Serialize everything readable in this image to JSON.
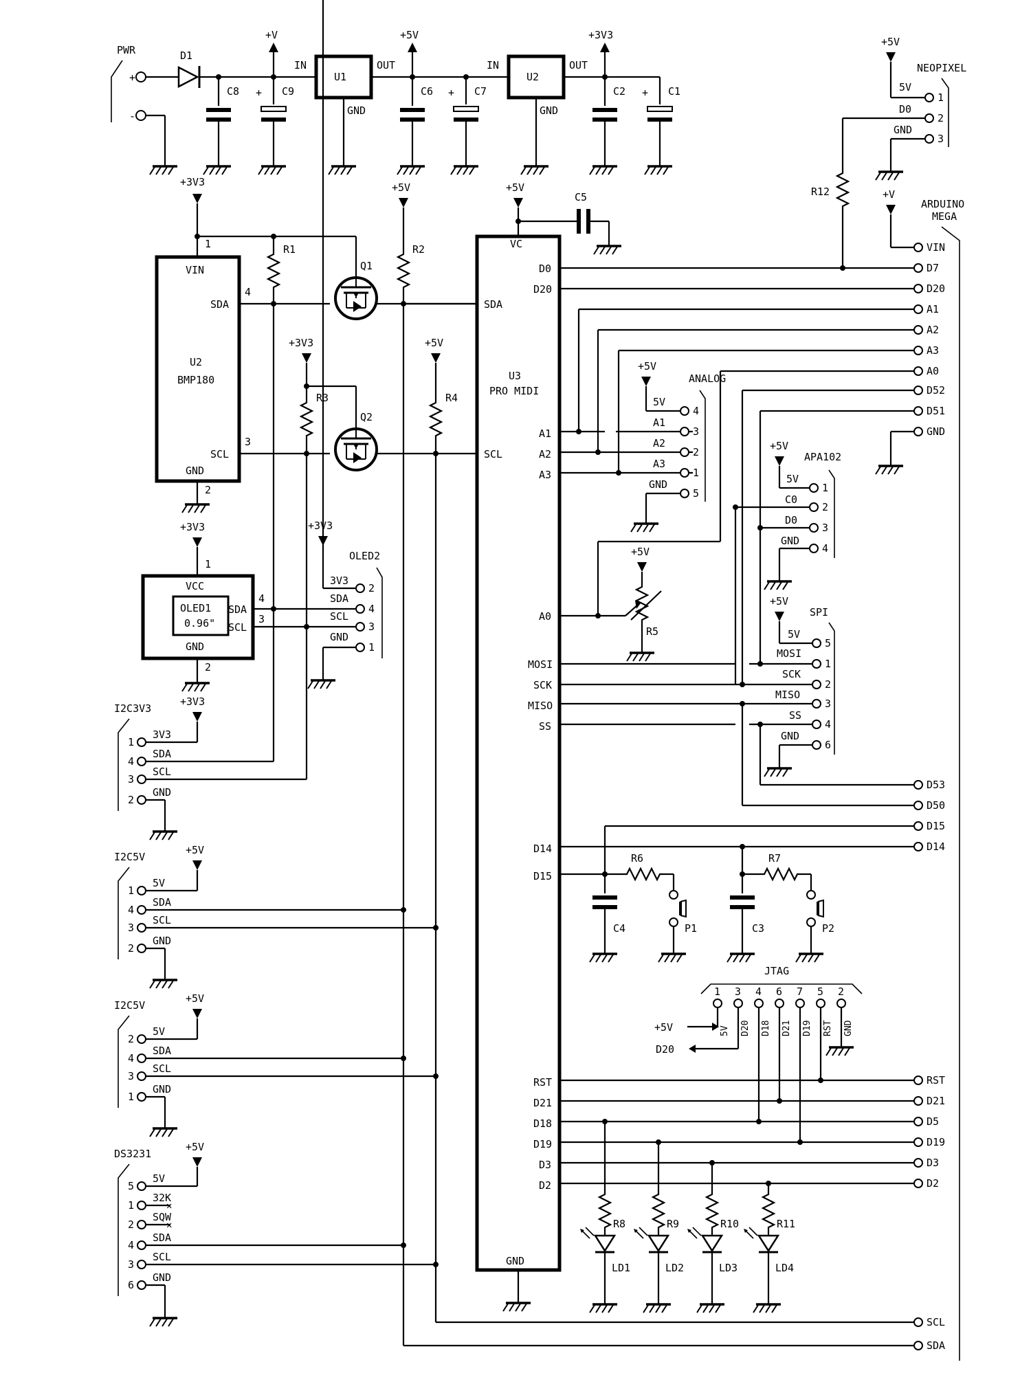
{
  "power": {
    "pwr": "PWR",
    "plus": "+",
    "minus": "-",
    "d1": "D1",
    "c8": "C8",
    "c9": "C9",
    "c6": "C6",
    "c7": "C7",
    "c2": "C2",
    "c1": "C1",
    "u1": "U1",
    "u2": "U2",
    "in": "IN",
    "out": "OUT",
    "gnd": "GND",
    "cap_plus": "+",
    "rail_v": "+V",
    "rail_5v": "+5V",
    "rail_3v3": "+3V3"
  },
  "rails": {
    "p5v": "+5V",
    "p3v3": "+3V3",
    "pv": "+V",
    "v5": "5V",
    "v3v3": "3V3"
  },
  "bmp": {
    "ref": "U2",
    "name": "BMP180",
    "vin": "VIN",
    "sda": "SDA",
    "scl": "SCL",
    "gnd": "GND",
    "p1": "1",
    "p2": "2",
    "p3": "3",
    "p4": "4"
  },
  "pullups": {
    "r1": "R1",
    "r2": "R2",
    "r3": "R3",
    "r4": "R4",
    "q1": "Q1",
    "q2": "Q2"
  },
  "oled1": {
    "vcc": "VCC",
    "gnd": "GND",
    "name": "OLED1",
    "size": "0.96\"",
    "sda": "SDA",
    "scl": "SCL",
    "p1": "1",
    "p2": "2",
    "p3": "3",
    "p4": "4"
  },
  "oled2": {
    "title": "OLED2",
    "l1": "3V3",
    "l2": "SDA",
    "l3": "SCL",
    "l4": "GND",
    "n1": "2",
    "n2": "4",
    "n3": "3",
    "n4": "1"
  },
  "i2c3v3": {
    "title": "I2C3V3",
    "l1": "3V3",
    "l2": "SDA",
    "l3": "SCL",
    "l4": "GND",
    "n1": "1",
    "n2": "4",
    "n3": "3",
    "n4": "2"
  },
  "i2c5v_a": {
    "title": "I2C5V",
    "l1": "5V",
    "l2": "SDA",
    "l3": "SCL",
    "l4": "GND",
    "n1": "1",
    "n2": "4",
    "n3": "3",
    "n4": "2"
  },
  "i2c5v_b": {
    "title": "I2C5V",
    "l1": "5V",
    "l2": "SDA",
    "l3": "SCL",
    "l4": "GND",
    "n1": "2",
    "n2": "4",
    "n3": "3",
    "n4": "1"
  },
  "ds3231": {
    "title": "DS3231",
    "l1": "5V",
    "l2": "32K",
    "l3": "SQW",
    "l4": "SDA",
    "l5": "SCL",
    "l6": "GND",
    "n1": "5",
    "n2": "1",
    "n3": "2",
    "n4": "4",
    "n5": "3",
    "n6": "6"
  },
  "u3": {
    "ref": "U3",
    "name": "PRO MIDI",
    "vc": "VC",
    "gnd": "GND",
    "sda": "SDA",
    "scl": "SCL",
    "d0": "D0",
    "d20": "D20",
    "a1": "A1",
    "a2": "A2",
    "a3": "A3",
    "a0": "A0",
    "mosi": "MOSI",
    "sck": "SCK",
    "miso": "MISO",
    "ss": "SS",
    "d14": "D14",
    "d15": "D15",
    "rst": "RST",
    "d21": "D21",
    "d18": "D18",
    "d19": "D19",
    "d3": "D3",
    "d2": "D2",
    "c5": "C5"
  },
  "neopixel": {
    "title": "NEOPIXEL",
    "l1": "5V",
    "l2": "D0",
    "l3": "GND",
    "n1": "1",
    "n2": "2",
    "n3": "3",
    "r12": "R12"
  },
  "analog": {
    "title": "ANALOG",
    "l1": "5V",
    "l2": "A1",
    "l3": "A2",
    "l4": "A3",
    "l5": "GND",
    "n1": "4",
    "n2": "3",
    "n3": "2",
    "n4": "1",
    "n5": "5",
    "r5": "R5"
  },
  "apa102": {
    "title": "APA102",
    "l1": "5V",
    "l2": "C0",
    "l3": "D0",
    "l4": "GND",
    "n1": "1",
    "n2": "2",
    "n3": "3",
    "n4": "4"
  },
  "spi": {
    "title": "SPI",
    "l1": "5V",
    "l2": "MOSI",
    "l3": "SCK",
    "l4": "MISO",
    "l5": "SS",
    "l6": "GND",
    "n1": "5",
    "n2": "1",
    "n3": "2",
    "n4": "3",
    "n5": "4",
    "n6": "6"
  },
  "buttons": {
    "r6": "R6",
    "r7": "R7",
    "c4": "C4",
    "c3": "C3",
    "p1": "P1",
    "p2": "P2"
  },
  "jtag": {
    "title": "JTAG",
    "nums": [
      "1",
      "3",
      "4",
      "6",
      "7",
      "5",
      "2"
    ],
    "sigs": [
      "5V",
      "D20",
      "D18",
      "D21",
      "D19",
      "RST",
      "GND"
    ],
    "in5v": "+5V",
    "out": "D20"
  },
  "leds": {
    "r8": "R8",
    "r9": "R9",
    "r10": "R10",
    "r11": "R11",
    "ld1": "LD1",
    "ld2": "LD2",
    "ld3": "LD3",
    "ld4": "LD4"
  },
  "mega": {
    "title1": "ARDUINO",
    "title2": "MEGA",
    "pins": [
      "VIN",
      "D7",
      "D20",
      "A1",
      "A2",
      "A3",
      "A0",
      "D52",
      "D51",
      "GND",
      "D53",
      "D50",
      "D15",
      "D14",
      "RST",
      "D21",
      "D5",
      "D19",
      "D3",
      "D2",
      "SCL",
      "SDA"
    ]
  }
}
